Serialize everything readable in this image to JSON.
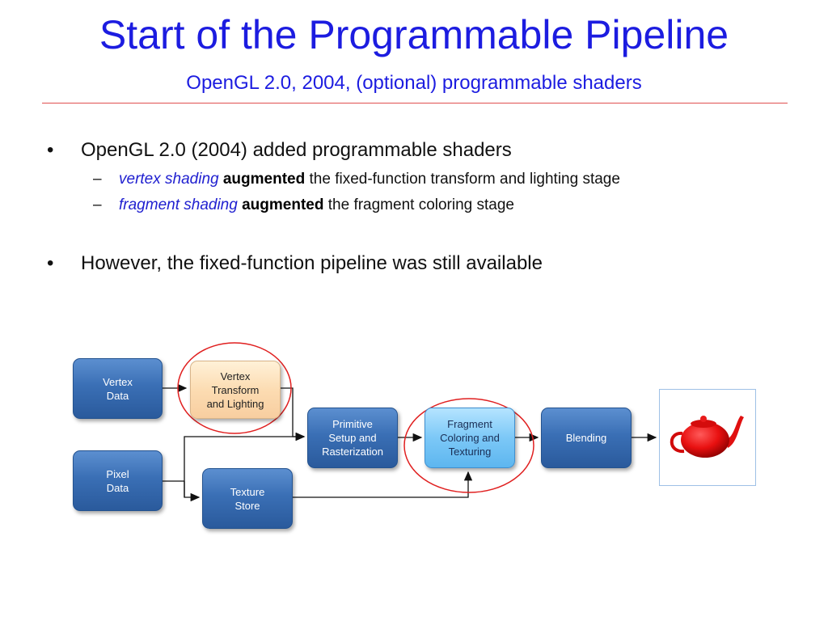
{
  "slide": {
    "title": "Start of the Programmable Pipeline",
    "subtitle": "OpenGL 2.0, 2004, (optional) programmable shaders"
  },
  "bullets": [
    {
      "marker": "•",
      "text": "OpenGL 2.0 (2004) added programmable shaders",
      "sub": [
        {
          "marker": "–",
          "italic": "vertex shading",
          "bold": "augmented",
          "rest": "the fixed-function transform and lighting stage"
        },
        {
          "marker": "–",
          "italic": "fragment shading",
          "bold": "augmented",
          "rest": "the fragment coloring stage"
        }
      ]
    },
    {
      "marker": "•",
      "text": "However, the fixed-function pipeline was still available",
      "sub": []
    }
  ],
  "diagram": {
    "vertex_data": "Vertex\nData",
    "pixel_data": "Pixel\nData",
    "vertex_transform": "Vertex\nTransform\nand Lighting",
    "texture_store": "Texture\nStore",
    "primitive_setup": "Primitive\nSetup and\nRasterization",
    "fragment_coloring": "Fragment\nColoring and\nTexturing",
    "blending": "Blending",
    "highlight_color": "#e02020",
    "teapot_icon": "red-teapot-image"
  }
}
